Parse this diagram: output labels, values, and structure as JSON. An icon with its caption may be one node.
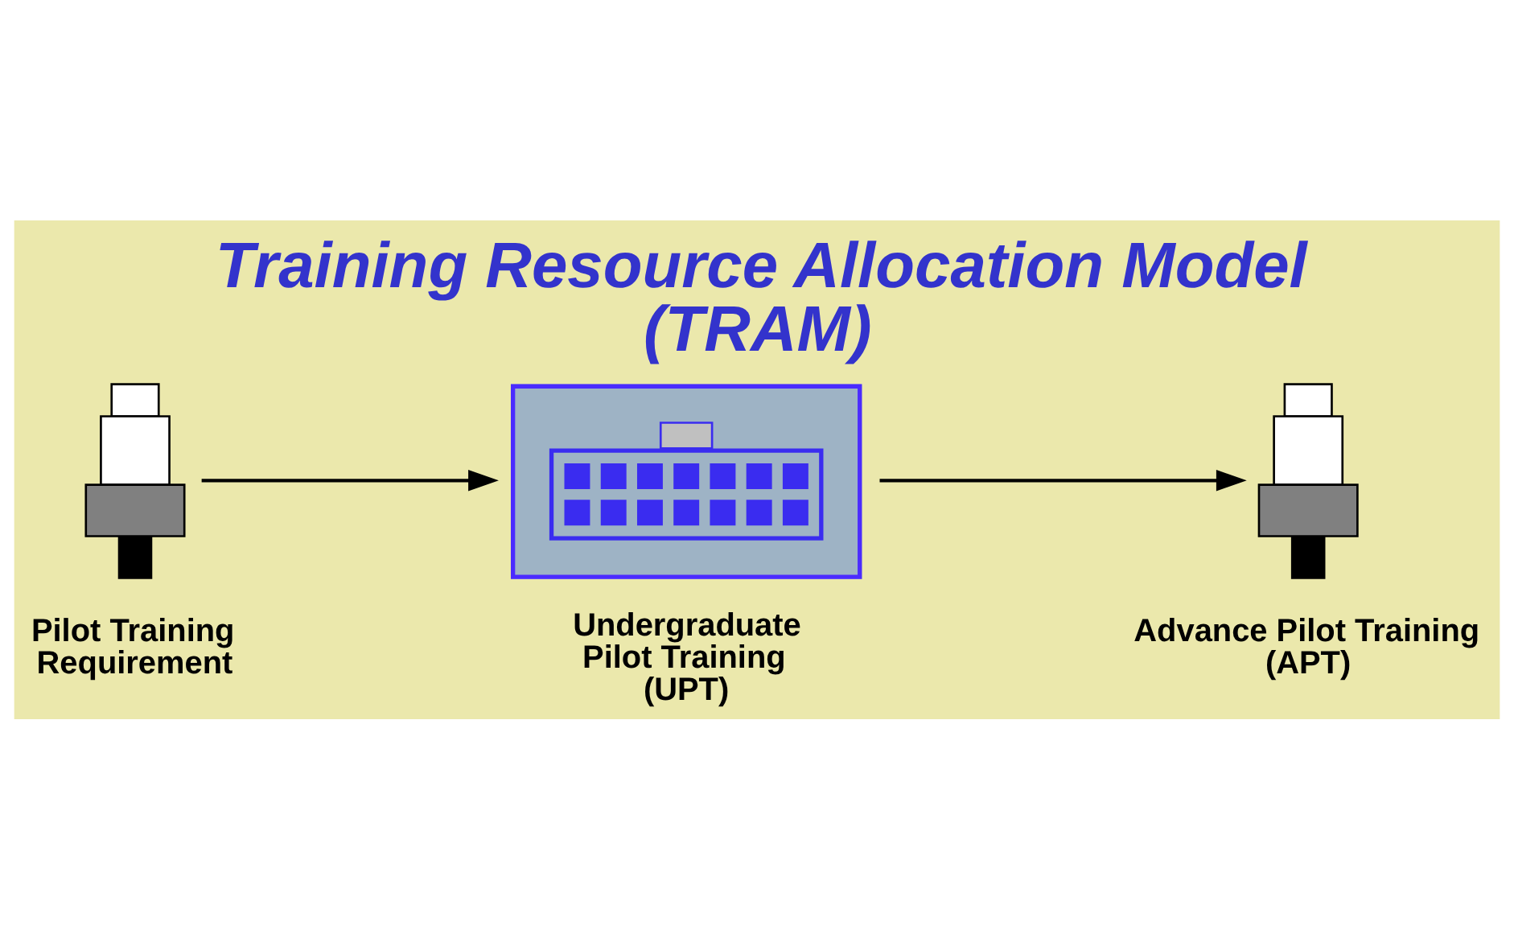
{
  "diagram": {
    "title": "Training Resource Allocation Model (TRAM)",
    "nodes": [
      {
        "text": [],
        "shape": "person",
        "beside": [
          "Pilot Training Requirement"
        ]
      },
      {
        "text": [],
        "shape": "box",
        "beside": [
          "Undergraduate Pilot Training (UPT)"
        ]
      },
      {
        "text": [],
        "shape": "person",
        "beside": [
          "Advance Pilot Training (APT)"
        ]
      }
    ],
    "edges": [
      {
        "from": 0,
        "to": 1,
        "arrow": "to"
      },
      {
        "from": 1,
        "to": 2,
        "arrow": "to"
      }
    ]
  }
}
